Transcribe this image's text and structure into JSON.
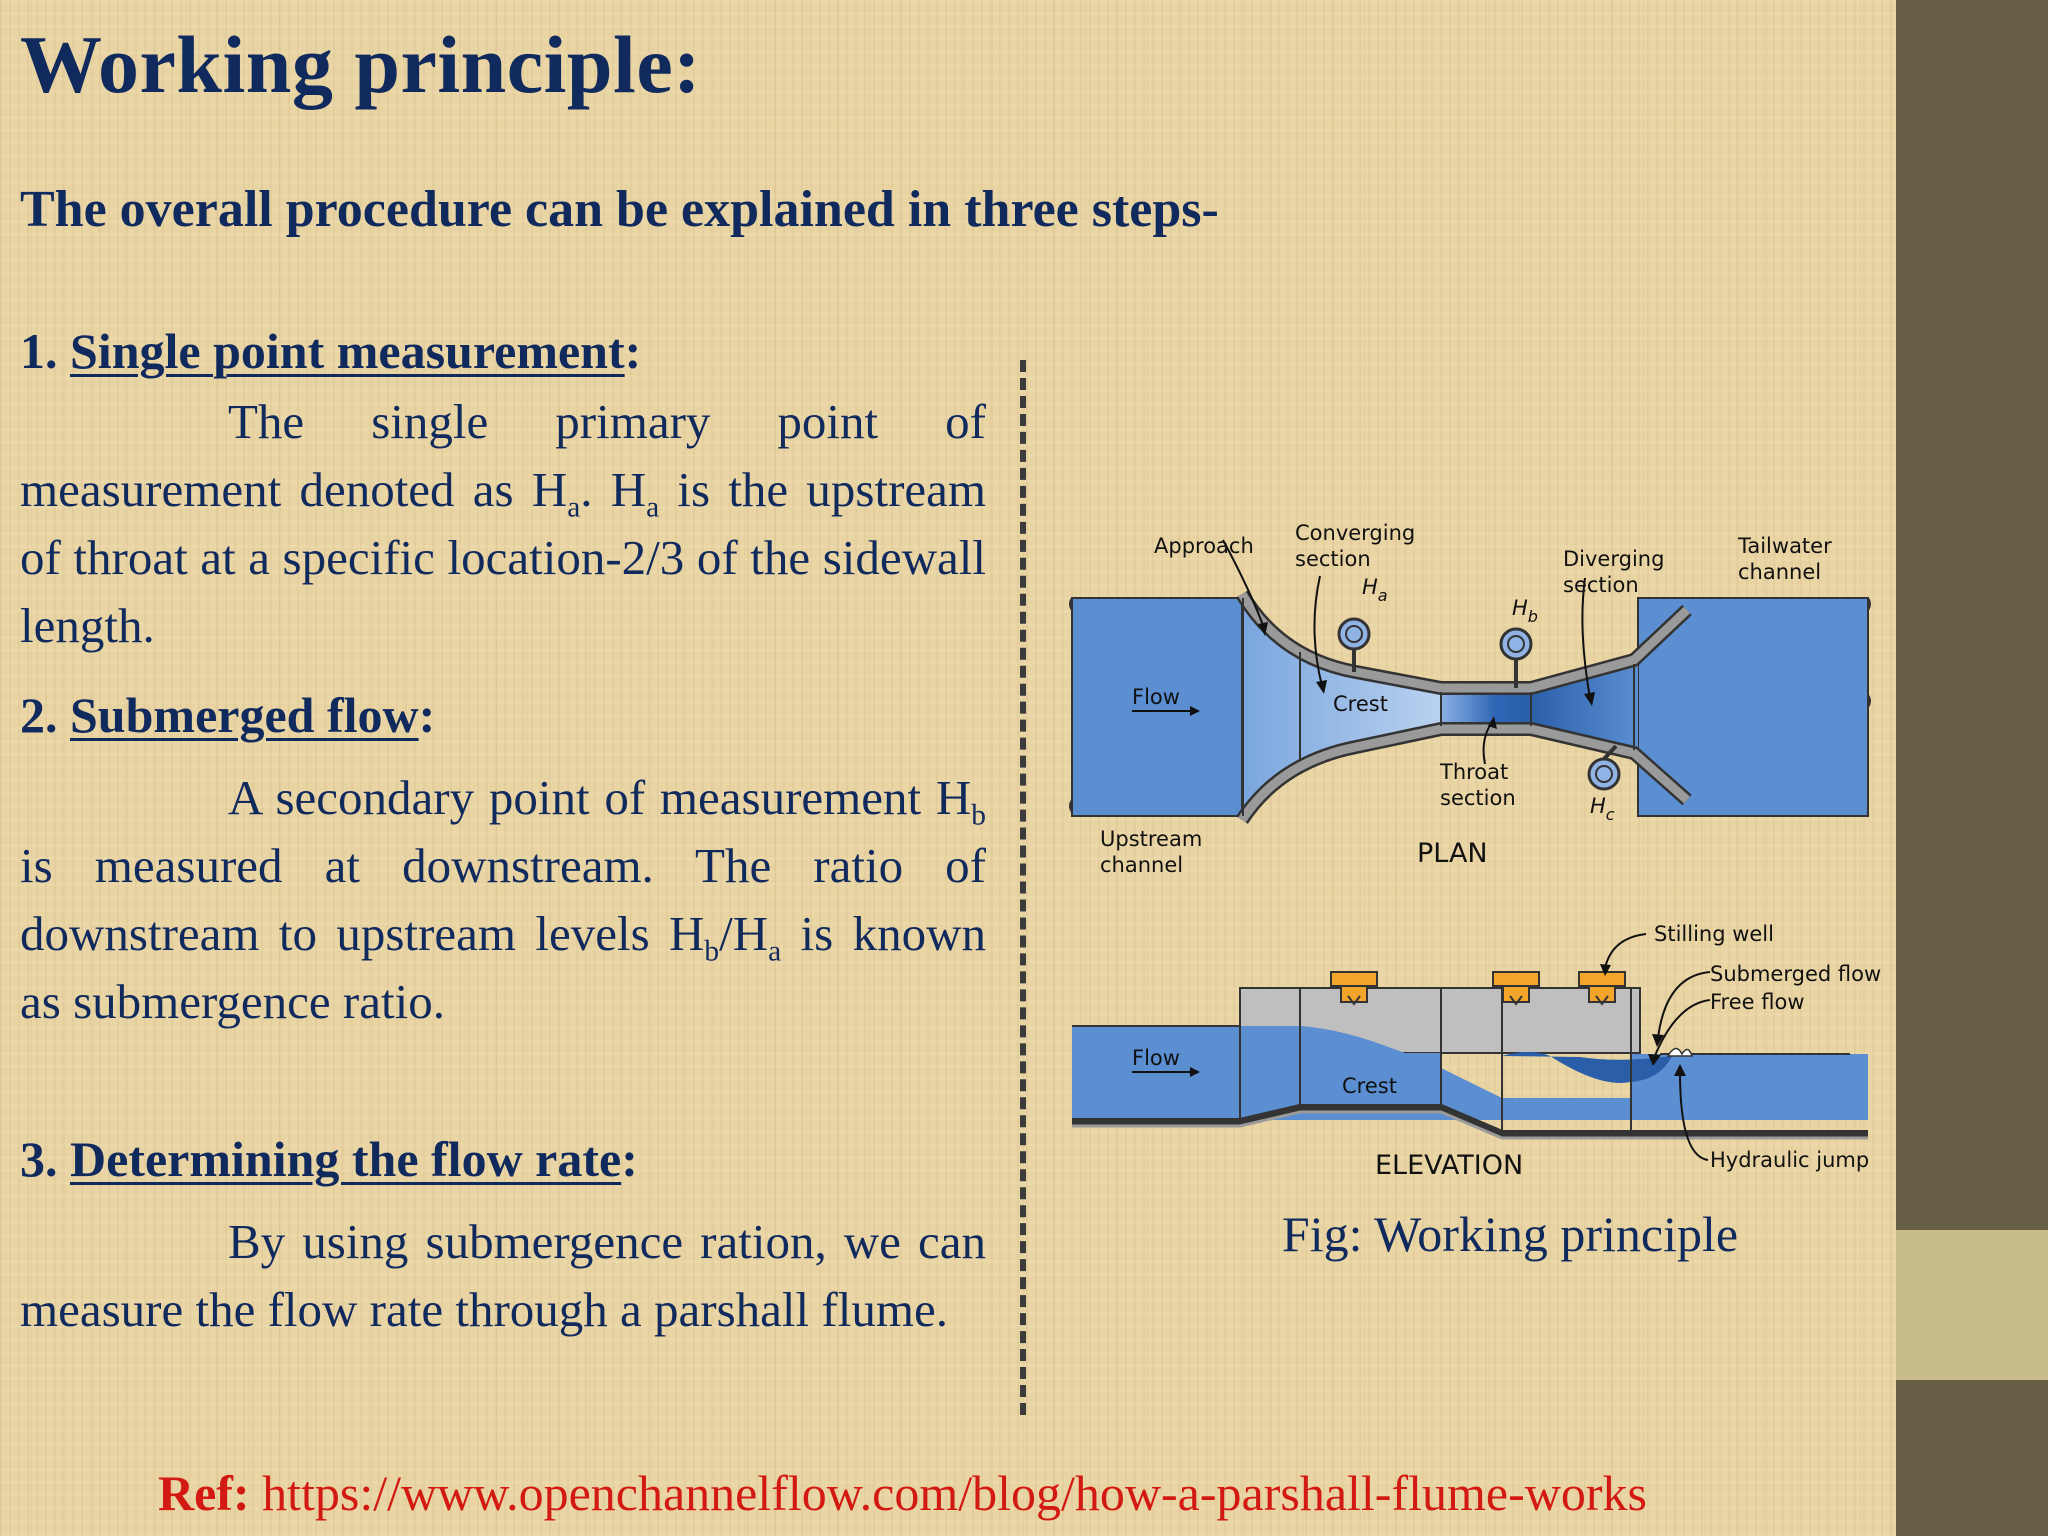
{
  "title": "Working principle:",
  "intro": "The overall procedure can be explained in three steps-",
  "steps": [
    {
      "number": "1.",
      "heading": "Single point measurement",
      "colon": ":",
      "text_a": "The single primary point of measurement denoted as H",
      "sub_a1": "a",
      "text_b": ". H",
      "sub_a2": "a",
      "text_c": " is the upstream of throat at a specific location-2/3 of the sidewall length."
    },
    {
      "number": "2.",
      "heading": "Submerged flow",
      "colon": ":",
      "text_a": "A secondary point of measurement H",
      "sub_b1": "b",
      "text_b": " is measured at downstream. The ratio of downstream to upstream levels H",
      "sub_b2": "b",
      "text_c": "/H",
      "sub_a": "a",
      "text_d": " is known as submergence ratio."
    },
    {
      "number": "3.",
      "heading": "Determining the flow rate",
      "colon": ":",
      "text": "By using submergence ration, we can measure the flow rate through a parshall flume."
    }
  ],
  "figure": {
    "caption": "Fig: Working principle",
    "plan_title": "PLAN",
    "elevation_title": "ELEVATION",
    "labels": {
      "approach": "Approach",
      "converging_1": "Converging",
      "converging_2": "section",
      "diverging_1": "Diverging",
      "diverging_2": "section",
      "tailwater_1": "Tailwater",
      "tailwater_2": "channel",
      "ha_main": "H",
      "ha_sub": "a",
      "hb_main": "H",
      "hb_sub": "b",
      "hc_main": "H",
      "hc_sub": "c",
      "flow_plan": "Flow",
      "crest_plan": "Crest",
      "throat_1": "Throat",
      "throat_2": "section",
      "upstream_1": "Upstream",
      "upstream_2": "channel",
      "stilling_well": "Stilling well",
      "submerged_flow": "Submerged flow",
      "free_flow": "Free flow",
      "flow_elev": "Flow",
      "crest_elev": "Crest",
      "hydraulic_jump": "Hydraulic jump"
    }
  },
  "reference": {
    "label": "Ref:",
    "url": " https://www.openchannelflow.com/blog/how-a-parshall-flume-works"
  },
  "colors": {
    "title_navy": "#112a5e",
    "reference_red": "#d31a12",
    "water_blue": "#5b8fd2",
    "sidebar_olive": "#675f45"
  }
}
